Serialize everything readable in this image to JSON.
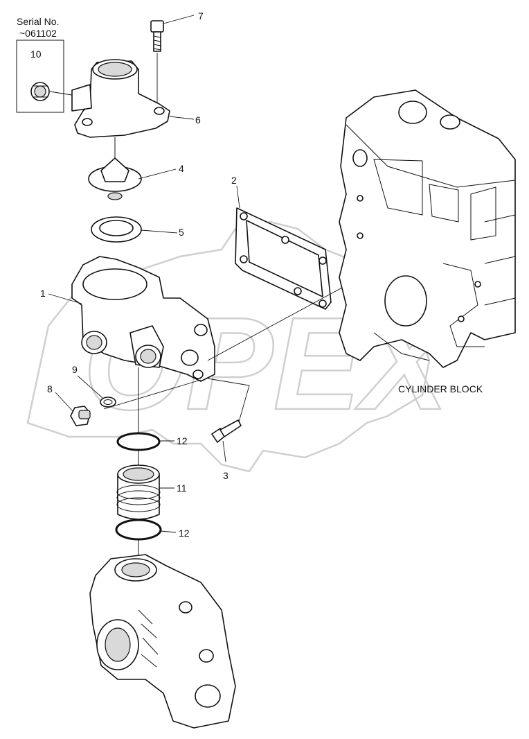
{
  "serial": {
    "line1": "Serial No.",
    "line2": "~061102"
  },
  "watermark": {
    "text": "OPEX"
  },
  "block_label": "CYLINDER BLOCK",
  "callouts": {
    "c1": "1",
    "c2": "2",
    "c3": "3",
    "c4": "4",
    "c5": "5",
    "c6": "6",
    "c7": "7",
    "c8": "8",
    "c9": "9",
    "c10": "10",
    "c11": "11",
    "c12a": "12",
    "c12b": "12"
  }
}
